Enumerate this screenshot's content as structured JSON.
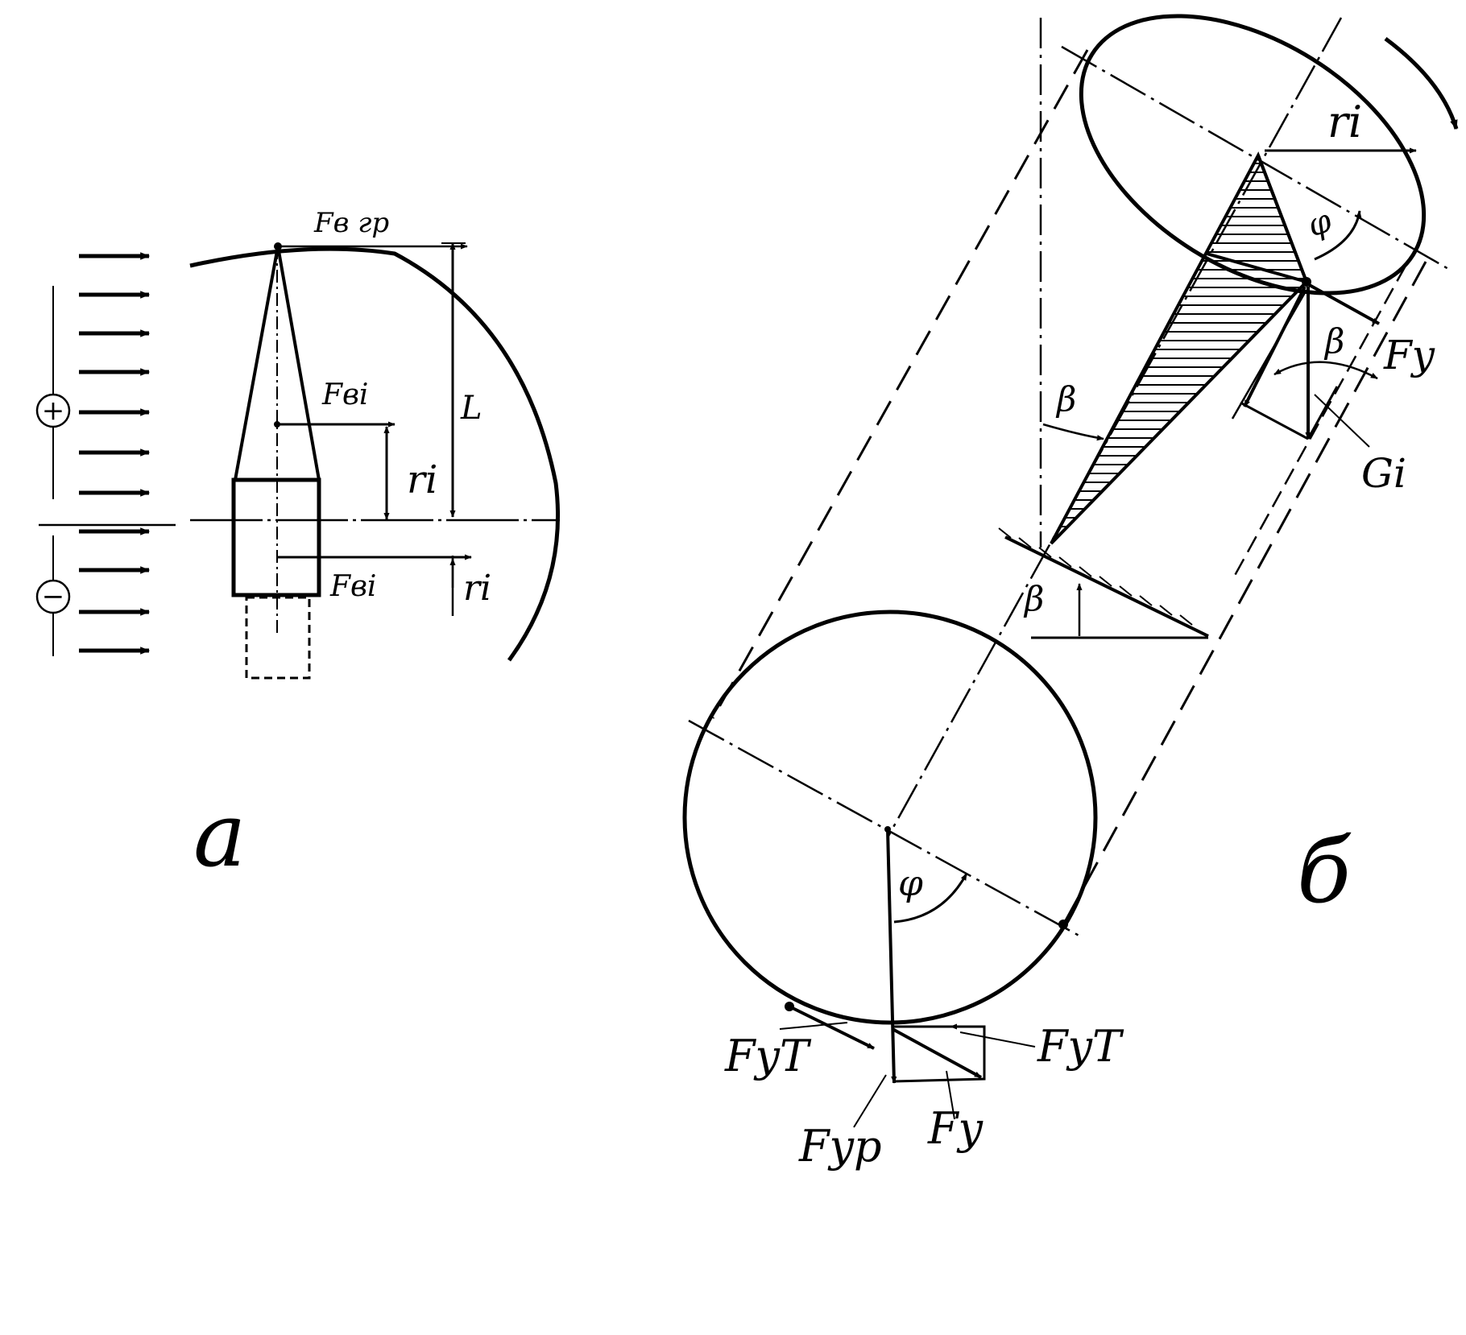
{
  "panel_a": {
    "caption": "а",
    "sign_plus": "+",
    "sign_minus": "−",
    "label_fv_gr": "Fв гр",
    "label_fvi_top": "Fвi",
    "label_fvi_bottom": "Fвi",
    "label_L": "L",
    "label_ri_upper": "ri",
    "label_ri_lower": "ri"
  },
  "panel_b": {
    "caption": "б",
    "label_ri": "ri",
    "label_phi_top": "φ",
    "label_beta_right": "β",
    "label_fy_top": "Fy",
    "label_gi": "Gi",
    "label_beta_mid": "β",
    "label_beta_ground": "β",
    "label_phi_bottom": "φ",
    "label_fyt_left": "FyT",
    "label_fyt_right": "FyT",
    "label_fyp": "Fyp",
    "label_fy_bottom": "Fy"
  }
}
